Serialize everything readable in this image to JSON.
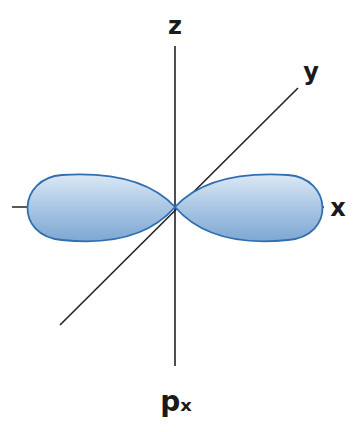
{
  "diagram": {
    "caption": "pₓ",
    "labels": [
      "z",
      "y",
      "x"
    ]
  }
}
